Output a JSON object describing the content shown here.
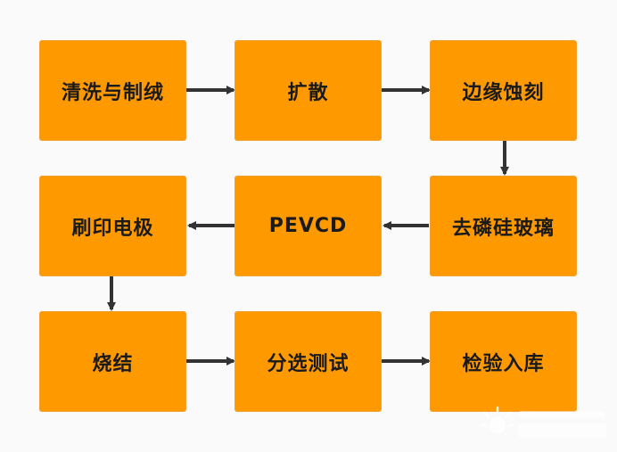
{
  "steps": [
    "清洗与制绒",
    "扩散",
    "边缘蚀刻",
    "去磷硅玻璃",
    "PEVCD",
    "刷印电极",
    "烧结",
    "分选测试",
    "检验入库"
  ],
  "colors": {
    "box_fill": "#ff9900",
    "arrow": "#333333",
    "background": "#fafafa"
  }
}
